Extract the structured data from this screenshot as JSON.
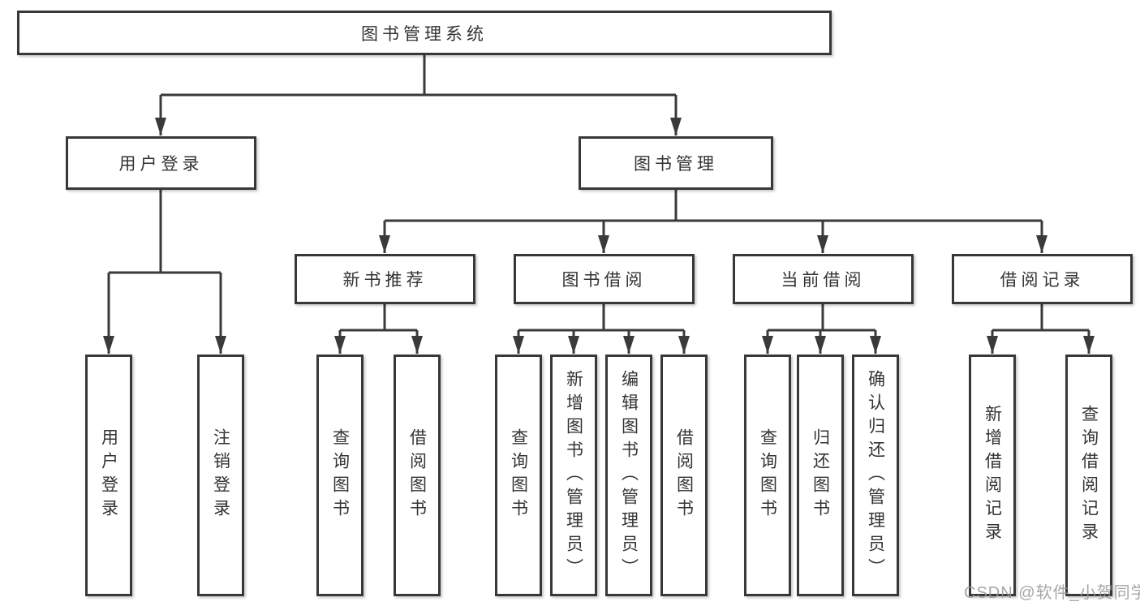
{
  "diagram_type": "hierarchy-tree",
  "root": {
    "label": "图书管理系统"
  },
  "branches": [
    {
      "label": "用户登录",
      "children": [
        {
          "label": "用户登录"
        },
        {
          "label": "注销登录"
        }
      ]
    },
    {
      "label": "图书管理",
      "children": [
        {
          "label": "新书推荐",
          "children": [
            {
              "label": "查询图书"
            },
            {
              "label": "借阅图书"
            }
          ]
        },
        {
          "label": "图书借阅",
          "children": [
            {
              "label": "查询图书"
            },
            {
              "label": "新增图书（管理员）"
            },
            {
              "label": "编辑图书（管理员）"
            },
            {
              "label": "借阅图书"
            }
          ]
        },
        {
          "label": "当前借阅",
          "children": [
            {
              "label": "查询图书"
            },
            {
              "label": "归还图书"
            },
            {
              "label": "确认归还（管理员）"
            }
          ]
        },
        {
          "label": "借阅记录",
          "children": [
            {
              "label": "新增借阅记录"
            },
            {
              "label": "查询借阅记录"
            }
          ]
        }
      ]
    }
  ],
  "watermark": {
    "text": "CSDN @软件_小贺同学"
  },
  "colors": {
    "line": "#3a3a3a",
    "text": "#333333",
    "background": "#ffffff",
    "watermark": "#969696"
  }
}
